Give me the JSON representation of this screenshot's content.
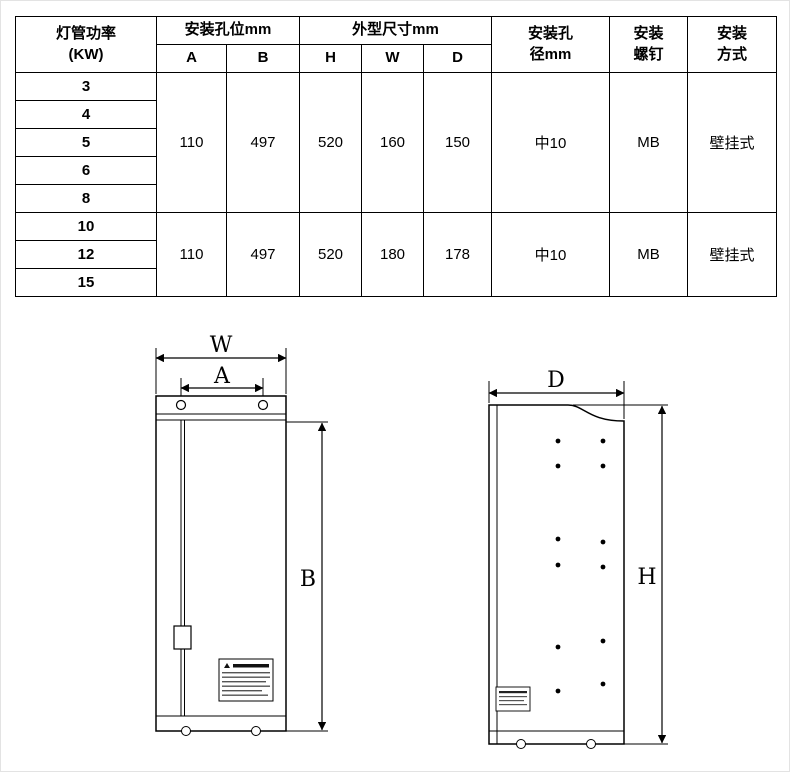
{
  "table": {
    "header": {
      "power_title": "灯管功率",
      "power_unit": "(KW)",
      "mount_hole_pos": "安装孔位mm",
      "outer_dims": "外型尺寸mm",
      "col_a": "A",
      "col_b": "B",
      "col_h": "H",
      "col_w": "W",
      "col_d": "D",
      "hole_dia_l1": "安装孔",
      "hole_dia_l2": "径mm",
      "screw_l1": "安装",
      "screw_l2": "螺钉",
      "method_l1": "安装",
      "method_l2": "方式"
    },
    "groups": [
      {
        "powers": [
          "3",
          "4",
          "5",
          "6",
          "8"
        ],
        "a": "110",
        "b": "497",
        "h": "520",
        "w": "160",
        "d": "150",
        "hole_dia": "中10",
        "screw": "MB",
        "method": "壁挂式"
      },
      {
        "powers": [
          "10",
          "12",
          "15"
        ],
        "a": "110",
        "b": "497",
        "h": "520",
        "w": "180",
        "d": "178",
        "hole_dia": "中10",
        "screw": "MB",
        "method": "壁挂式"
      }
    ]
  },
  "drawings": {
    "front": {
      "width_label": "W",
      "hole_span_label": "A",
      "height_span_label": "B"
    },
    "side": {
      "depth_label": "D",
      "height_label": "H"
    }
  }
}
